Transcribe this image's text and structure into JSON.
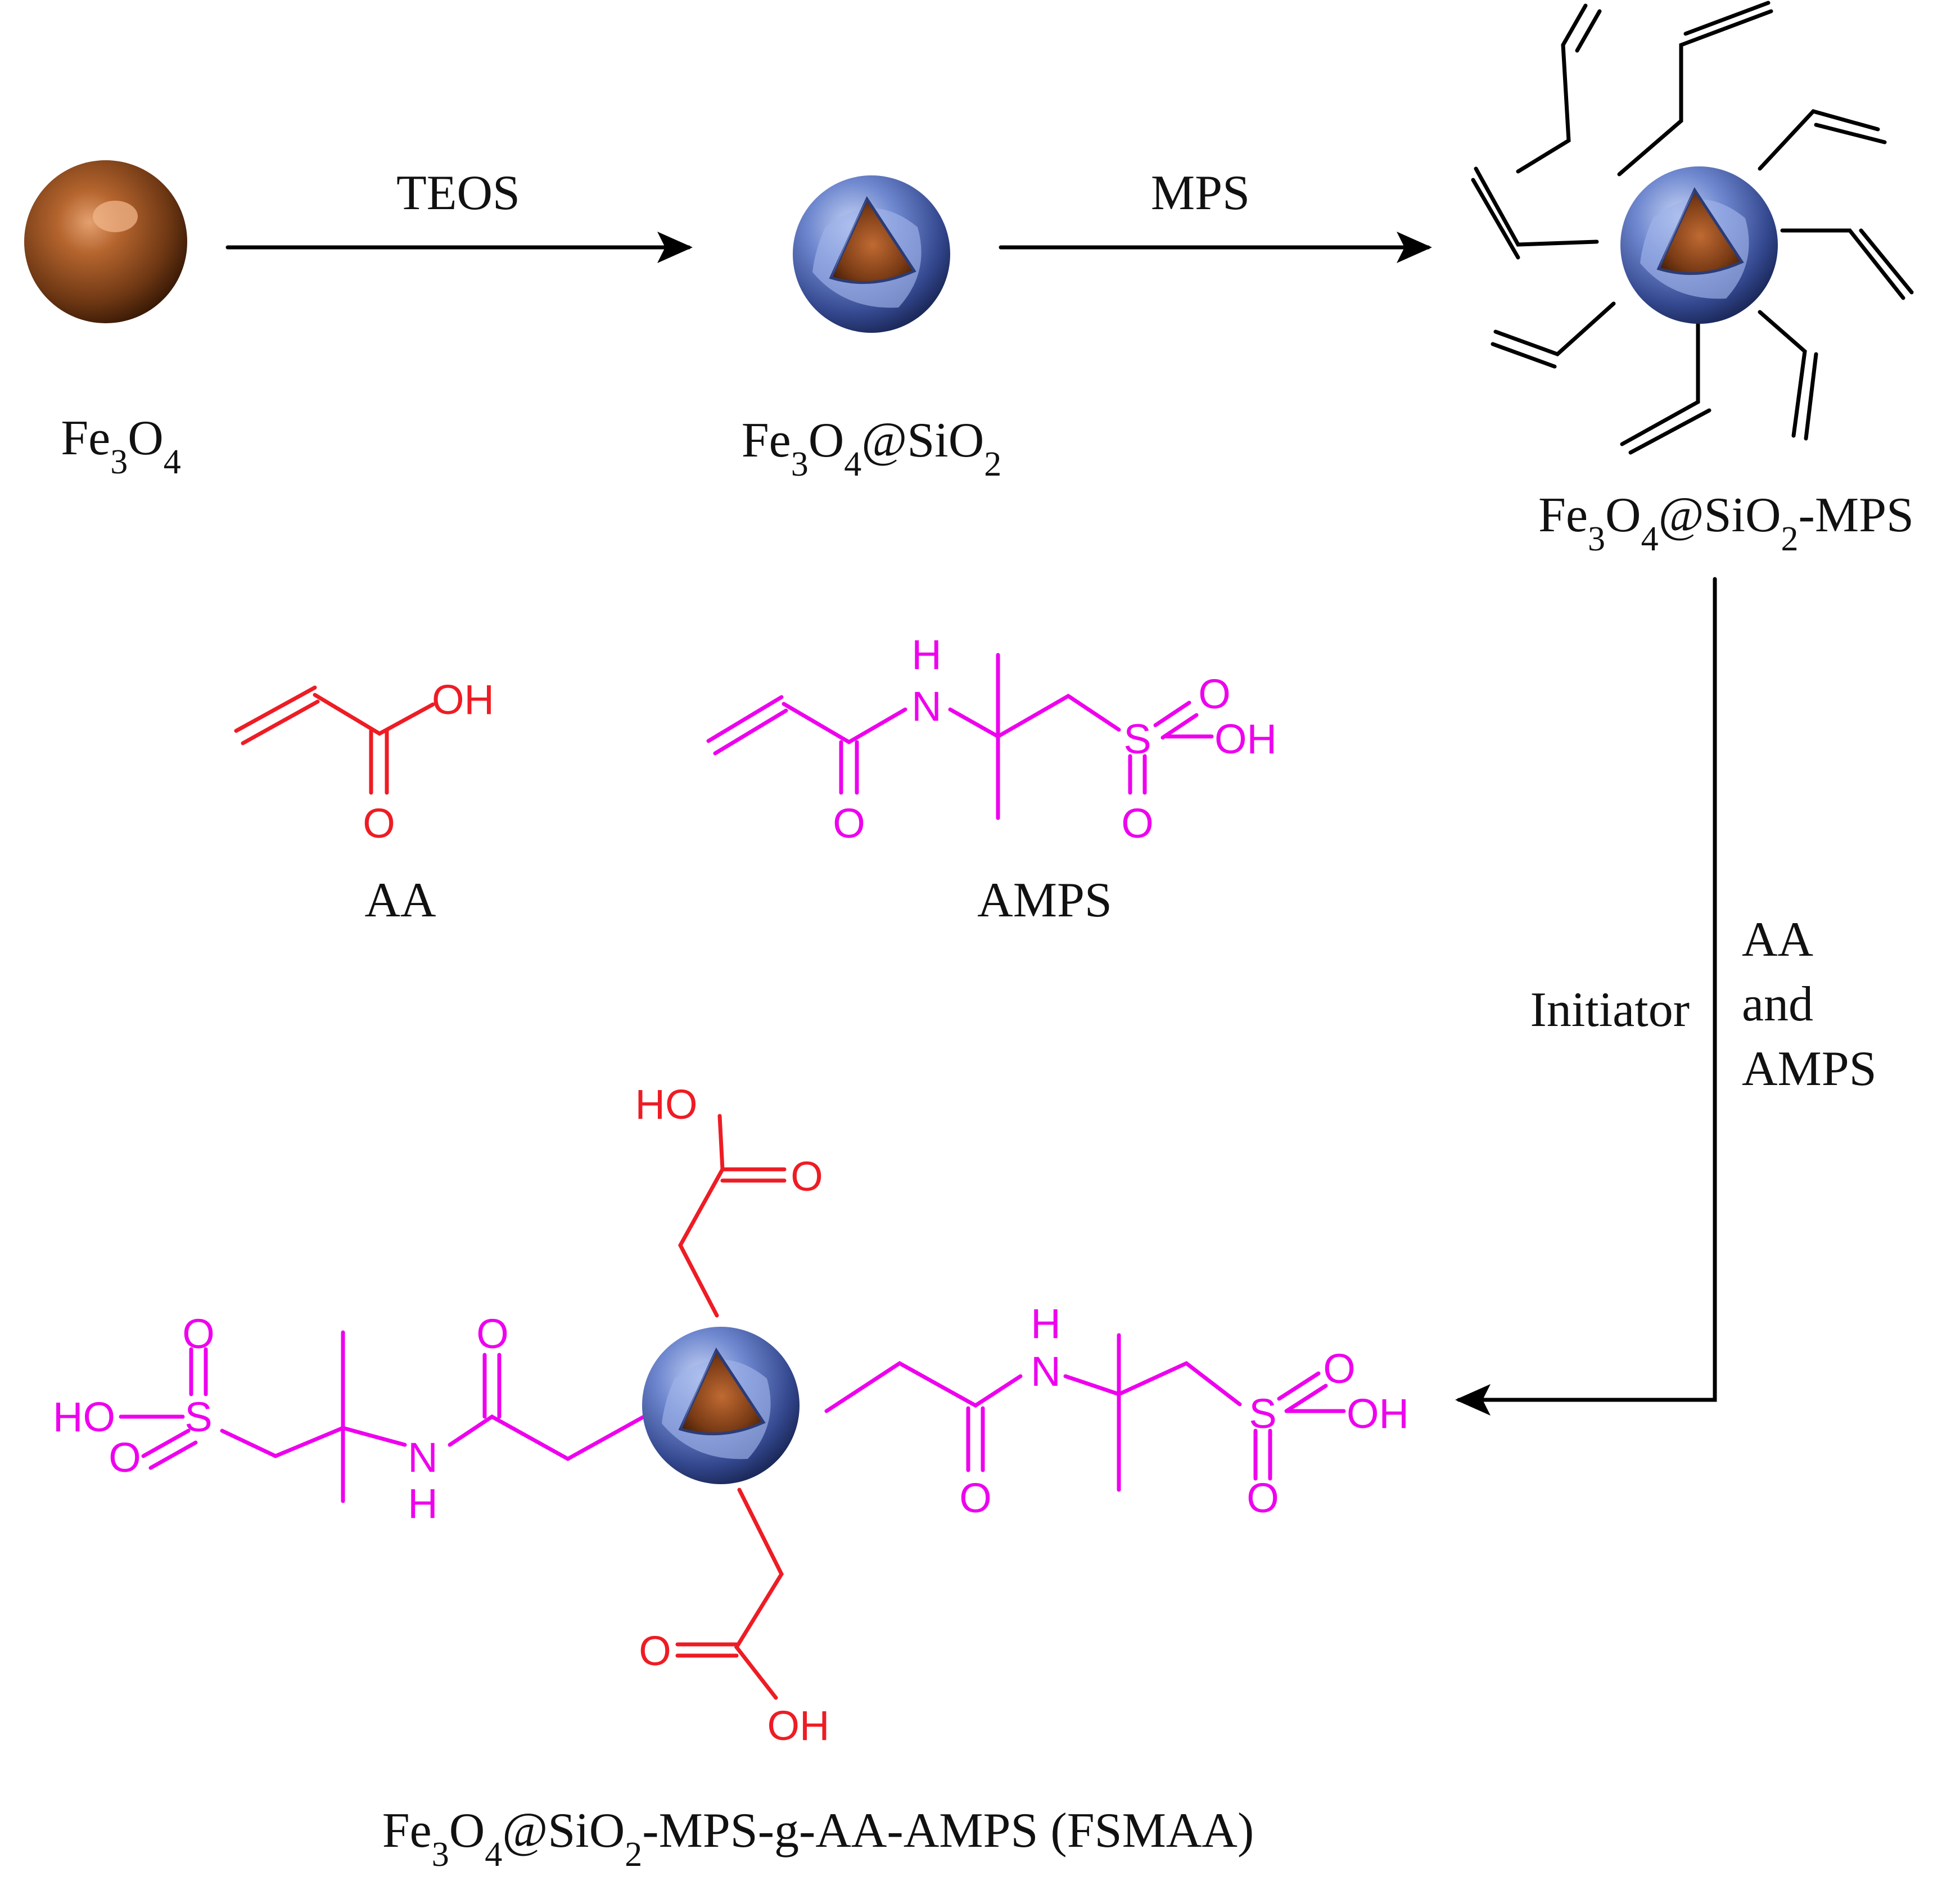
{
  "step1_reagent": "TEOS",
  "step2_reagent": "MPS",
  "step3_initiator": "Initiator",
  "step3_monomers": [
    "AA",
    "and",
    "AMPS"
  ],
  "species": {
    "fe3o4": {
      "base": "Fe",
      "sub1": "3",
      "mid": "O",
      "sub2": "4"
    },
    "fe3o4_sio2": {
      "base": "Fe",
      "sub1": "3",
      "mid": "O",
      "sub2": "4",
      "mid2": "@SiO",
      "sub3": "2"
    },
    "fe3o4_sio2_mps": {
      "base": "Fe",
      "sub1": "3",
      "mid": "O",
      "sub2": "4",
      "mid2": "@SiO",
      "sub3": "2",
      "tail": "-MPS"
    },
    "fsmaa": {
      "base": "Fe",
      "sub1": "3",
      "mid": "O",
      "sub2": "4",
      "mid2": "@SiO",
      "sub3": "2",
      "tail": "-MPS-g-AA-AMPS (FSMAA)"
    }
  },
  "monomer_names": {
    "aa": "AA",
    "amps": "AMPS"
  },
  "atoms": {
    "oh": "OH",
    "ho": "HO",
    "o": "O",
    "n": "N",
    "h": "H",
    "s": "S"
  },
  "colors": {
    "aa": "#ee1c24",
    "amps": "#ee00ee",
    "arrow": "#000000",
    "core": "#8a4a1e",
    "shell": "#5f79c4"
  }
}
